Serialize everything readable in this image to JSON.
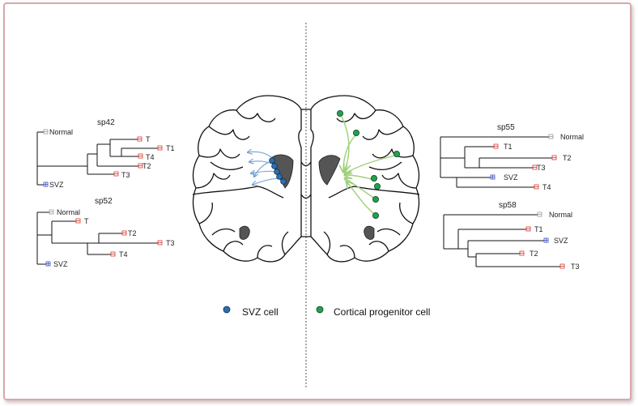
{
  "trees": [
    {
      "title": "sp42",
      "leaves": [
        {
          "label": "Normal",
          "type": "normal"
        },
        {
          "label": "T",
          "type": "tumor"
        },
        {
          "label": "T1",
          "type": "tumor"
        },
        {
          "label": "T4",
          "type": "tumor"
        },
        {
          "label": "T2",
          "type": "tumor"
        },
        {
          "label": "T3",
          "type": "tumor"
        },
        {
          "label": "SVZ",
          "type": "svz"
        }
      ]
    },
    {
      "title": "sp52",
      "leaves": [
        {
          "label": "Normal",
          "type": "normal"
        },
        {
          "label": "T",
          "type": "tumor"
        },
        {
          "label": "T2",
          "type": "tumor"
        },
        {
          "label": "T3",
          "type": "tumor"
        },
        {
          "label": "T4",
          "type": "tumor"
        },
        {
          "label": "SVZ",
          "type": "svz"
        }
      ]
    },
    {
      "title": "sp55",
      "leaves": [
        {
          "label": "Normal",
          "type": "normal"
        },
        {
          "label": "T1",
          "type": "tumor"
        },
        {
          "label": "T2",
          "type": "tumor"
        },
        {
          "label": "T3",
          "type": "tumor"
        },
        {
          "label": "SVZ",
          "type": "svz"
        },
        {
          "label": "T4",
          "type": "tumor"
        }
      ]
    },
    {
      "title": "sp58",
      "leaves": [
        {
          "label": "Normal",
          "type": "normal"
        },
        {
          "label": "T1",
          "type": "tumor"
        },
        {
          "label": "SVZ",
          "type": "svz"
        },
        {
          "label": "T2",
          "type": "tumor"
        },
        {
          "label": "T3",
          "type": "tumor"
        }
      ]
    }
  ],
  "legend": {
    "svz_label": "SVZ cell",
    "cortical_label": "Cortical progenitor cell"
  },
  "colors": {
    "svz_cell": "#2a6fb0",
    "cortical_cell": "#22a050",
    "svz_arrow": "#6f9fd0",
    "cortical_arrow": "#9fd07a",
    "tumor_marker": "#d9342b",
    "svz_marker": "#3a4fc0",
    "normal_marker": "#999999",
    "ventricle": "#555555",
    "frame": "#d9a8a8"
  }
}
